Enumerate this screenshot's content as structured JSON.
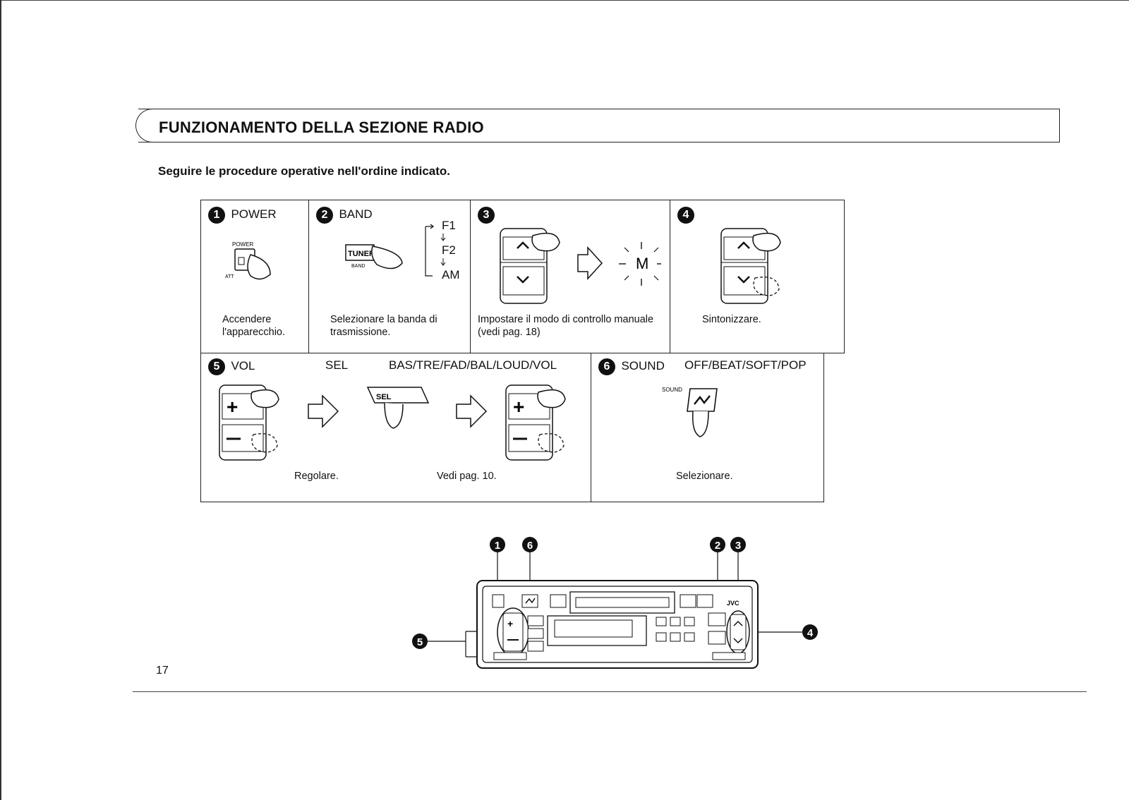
{
  "header": {
    "title": "FUNZIONAMENTO DELLA SEZIONE RADIO",
    "subtitle": "Seguire le procedure operative nell'ordine indicato."
  },
  "steps": [
    {
      "number": "1",
      "label": "POWER",
      "button_labels": [
        "POWER",
        "ATT"
      ],
      "caption": [
        "Accendere",
        "l'apparecchio."
      ]
    },
    {
      "number": "2",
      "label": "BAND",
      "button_labels": [
        "TUNER",
        "BAND"
      ],
      "band_sequence": [
        "F1",
        "F2",
        "AM"
      ],
      "caption": [
        "Selezionare la banda di",
        "trasmissione."
      ]
    },
    {
      "number": "3",
      "display_letter": "M",
      "caption": [
        "Impostare il modo di controllo manuale",
        "(vedi pag. 18)"
      ]
    },
    {
      "number": "4",
      "caption": [
        "Sintonizzare."
      ]
    },
    {
      "number": "5",
      "label": "VOL",
      "sel_label": "SEL",
      "sequence": "BAS/TRE/FAD/BAL/LOUD/VOL",
      "button_label": "SEL",
      "caption_left": "Regolare.",
      "caption_right": "Vedi pag. 10."
    },
    {
      "number": "6",
      "label": "SOUND",
      "sequence": "OFF/BEAT/SOFT/POP",
      "button_label": "SOUND",
      "caption": "Selezionare."
    }
  ],
  "device": {
    "brand": "JVC",
    "callouts": [
      "1",
      "6",
      "2",
      "3",
      "5",
      "4"
    ]
  },
  "footer": {
    "page_number": "17"
  }
}
